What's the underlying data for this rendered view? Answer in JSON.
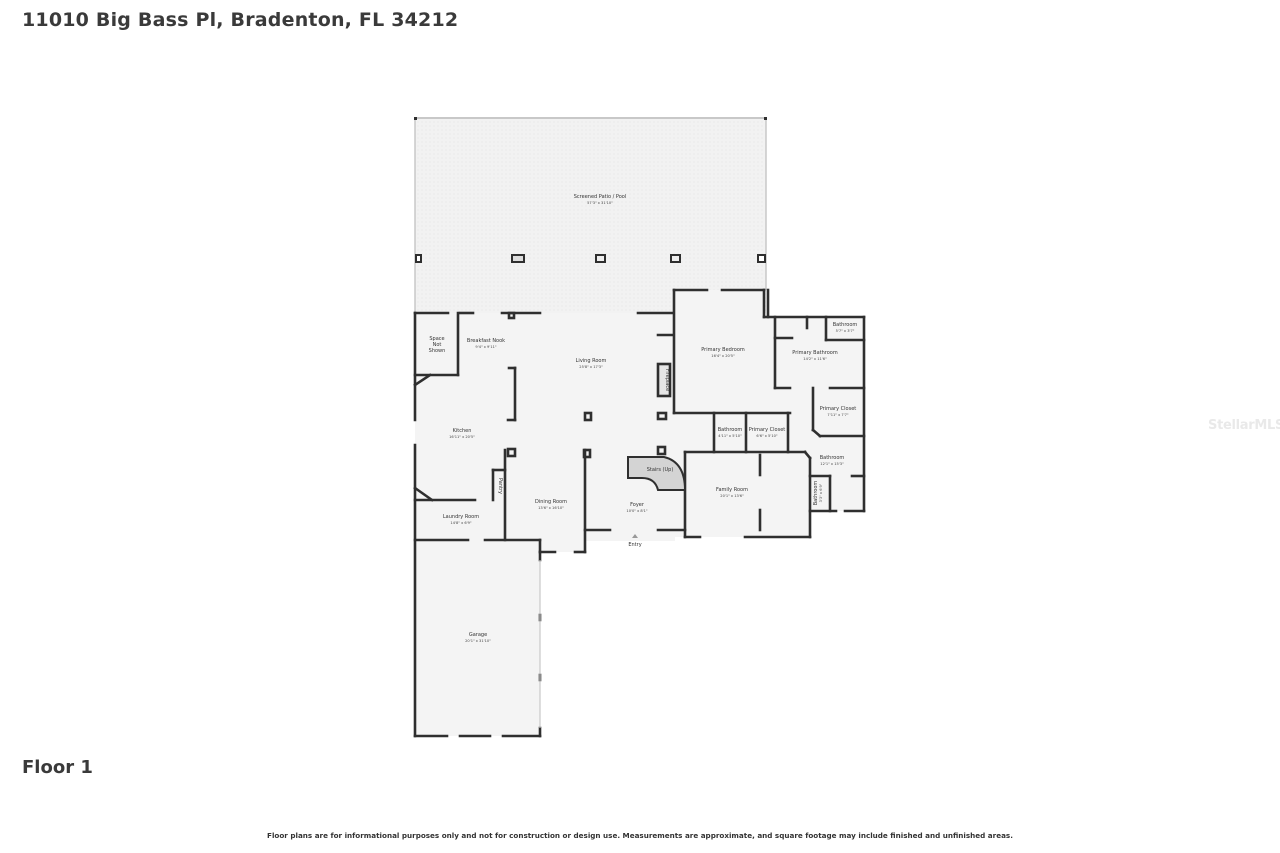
{
  "header": {
    "address": "11010 Big Bass Pl, Bradenton, FL 34212"
  },
  "floor": {
    "label": "Floor 1"
  },
  "footer": {
    "disclaimer": "Floor plans are for informational purposes only and not for construction or design use. Measurements are approximate, and square footage may include finished and unfinished areas."
  },
  "watermark": {
    "text": "StellarMLS"
  },
  "rooms": {
    "patio": {
      "name": "Screened Patio / Pool",
      "dims": "57'3\" x 31'10\""
    },
    "space": {
      "name": "Space Not Shown",
      "line1": "Space",
      "line2": "Not",
      "line3": "Shown"
    },
    "nook": {
      "name": "Breakfast Nook",
      "dims": "9'4\" x 9'11\""
    },
    "living": {
      "name": "Living Room",
      "dims": "25'8\" x 17'3\""
    },
    "fireplace": {
      "name": "Fireplace"
    },
    "primary_bedroom": {
      "name": "Primary Bedroom",
      "dims": "16'4\" x 20'5\""
    },
    "bath_small": {
      "name": "Bathroom",
      "dims": "5'7\" x 3'7\""
    },
    "primary_bath": {
      "name": "Primary Bathroom",
      "dims": "14'2\" x 11'6\""
    },
    "primary_closet_1": {
      "name": "Primary Closet",
      "dims": "7'11\" x 7'7\""
    },
    "kitchen": {
      "name": "Kitchen",
      "dims": "16'11\" x 20'5\""
    },
    "bath_2": {
      "name": "Bathroom",
      "dims": "4'11\" x 5'10\""
    },
    "primary_closet_2": {
      "name": "Primary Closet",
      "dims": "6'6\" x 5'10\""
    },
    "stairs": {
      "name": "Stairs (Up)"
    },
    "bath_3": {
      "name": "Bathroom",
      "dims": "12'1\" x 15'3\""
    },
    "bath_4": {
      "name": "Bathroom",
      "dims": "3'3\" x 6'9\""
    },
    "pantry": {
      "name": "Pantry"
    },
    "family": {
      "name": "Family Room",
      "dims": "20'1\" x 13'6\""
    },
    "dining": {
      "name": "Dining Room",
      "dims": "13'6\" x 16'10\""
    },
    "foyer": {
      "name": "Foyer",
      "dims": "10'0\" x 8'1\""
    },
    "laundry": {
      "name": "Laundry Room",
      "dims": "14'8\" x 6'9\""
    },
    "entry": {
      "name": "Entry"
    },
    "garage": {
      "name": "Garage",
      "dims": "20'1\" x 31'10\""
    }
  },
  "colors": {
    "wall": "#2f2f2f",
    "floor_fill": "#f4f4f4",
    "patio_fill": "#f0f0f0",
    "stairs_fill": "#d4d4d4",
    "window": "#c8c8c8"
  }
}
